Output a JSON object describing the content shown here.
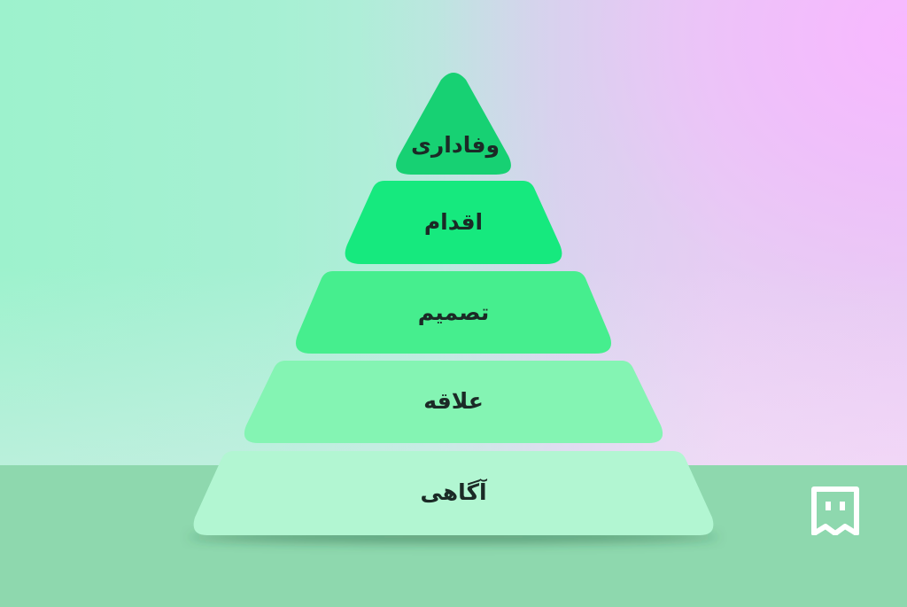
{
  "pyramid": {
    "levels": [
      {
        "label": "وفاداری",
        "color": "#17d173"
      },
      {
        "label": "اقدام",
        "color": "#16e97e"
      },
      {
        "label": "تصمیم",
        "color": "#46ee8e"
      },
      {
        "label": "علاقه",
        "color": "#84f4b3"
      },
      {
        "label": "آگاهی",
        "color": "#b2f6d2"
      }
    ]
  },
  "colors": {
    "floor": "#8ed8ae",
    "text": "#1b2a26"
  },
  "logo": {
    "icon": "bookmark-speech-logo-icon"
  }
}
